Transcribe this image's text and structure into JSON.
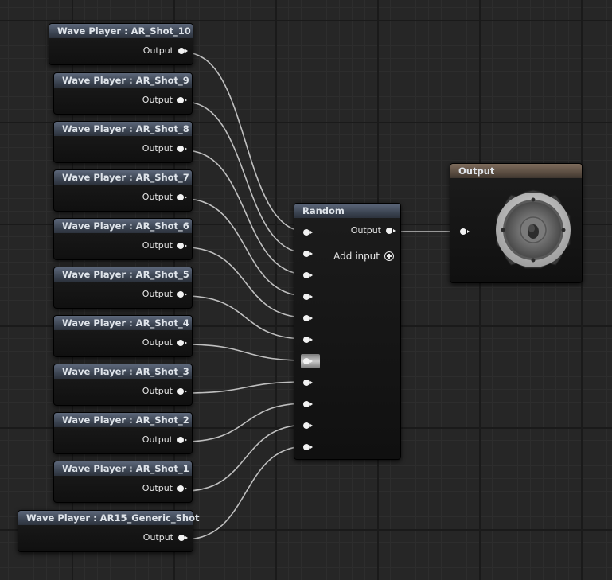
{
  "wave_players": [
    {
      "title": "Wave Player : AR_Shot_10",
      "output_label": "Output"
    },
    {
      "title": "Wave Player : AR_Shot_9",
      "output_label": "Output"
    },
    {
      "title": "Wave Player : AR_Shot_8",
      "output_label": "Output"
    },
    {
      "title": "Wave Player : AR_Shot_7",
      "output_label": "Output"
    },
    {
      "title": "Wave Player : AR_Shot_6",
      "output_label": "Output"
    },
    {
      "title": "Wave Player : AR_Shot_5",
      "output_label": "Output"
    },
    {
      "title": "Wave Player : AR_Shot_4",
      "output_label": "Output"
    },
    {
      "title": "Wave Player : AR_Shot_3",
      "output_label": "Output"
    },
    {
      "title": "Wave Player : AR_Shot_2",
      "output_label": "Output"
    },
    {
      "title": "Wave Player : AR_Shot_1",
      "output_label": "Output"
    },
    {
      "title": "Wave Player : AR15_Generic_Shot",
      "output_label": "Output"
    }
  ],
  "random_node": {
    "title": "Random",
    "output_label": "Output",
    "add_input_label": "Add input",
    "input_pin_count": 11
  },
  "output_node": {
    "title": "Output",
    "icon": "speaker-icon"
  },
  "colors": {
    "wire": "#bfbfbf",
    "pin": "#f2f2f2",
    "node_header": "#4a5363",
    "output_header": "#6c5c4e"
  }
}
